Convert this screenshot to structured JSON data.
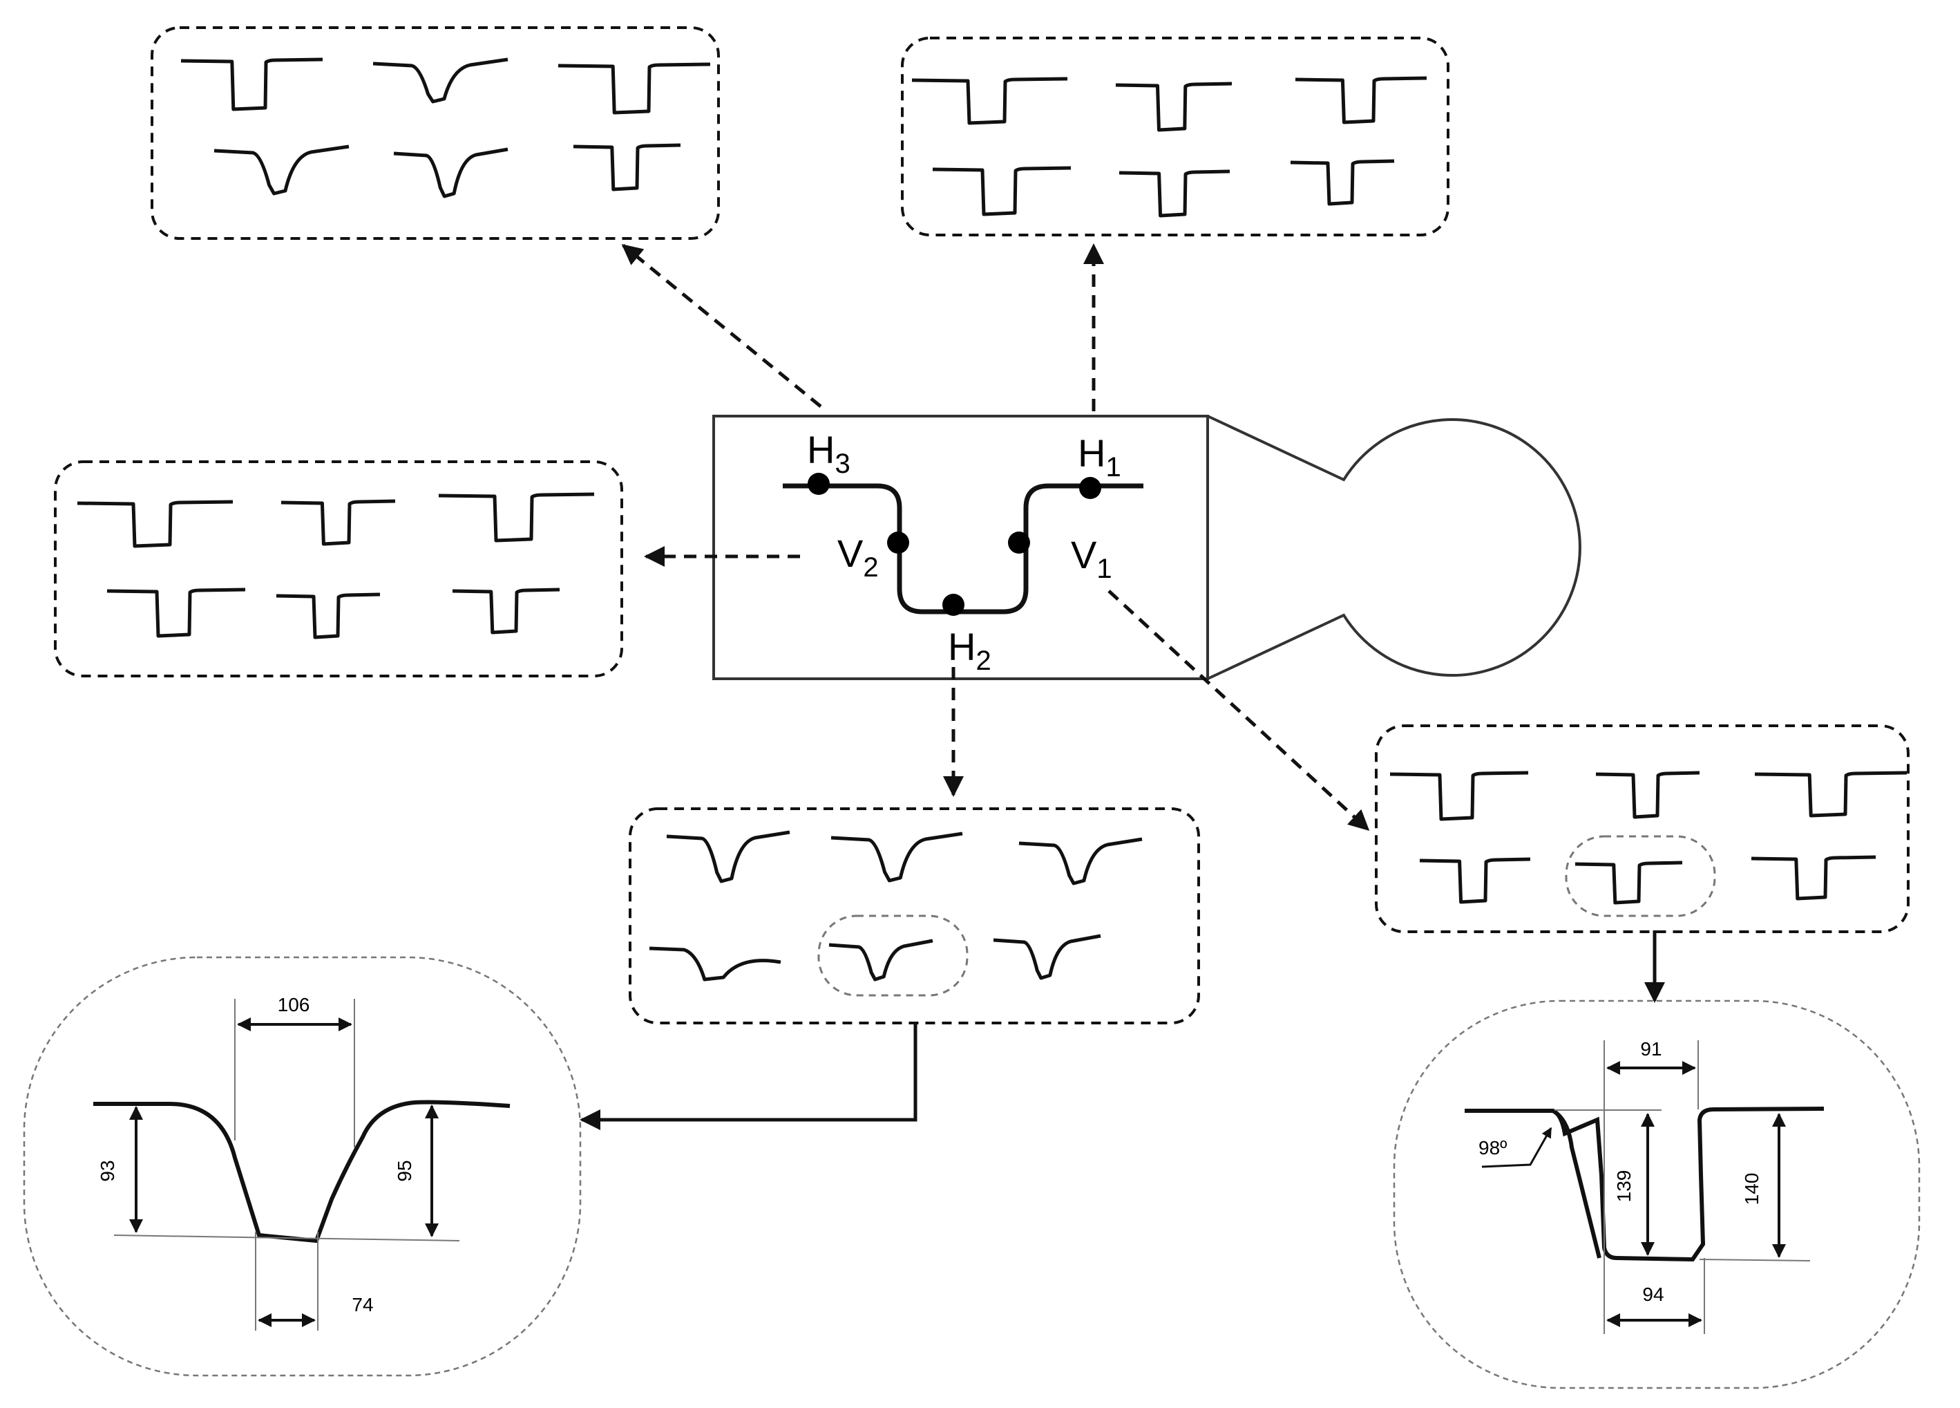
{
  "points": {
    "h1": {
      "main": "H",
      "sub": "1"
    },
    "h2": {
      "main": "H",
      "sub": "2"
    },
    "h3": {
      "main": "H",
      "sub": "3"
    },
    "v1": {
      "main": "V",
      "sub": "1"
    },
    "v2": {
      "main": "V",
      "sub": "2"
    }
  },
  "detail_h2": {
    "top_width": "106",
    "bottom_width": "74",
    "left_depth": "93",
    "right_depth": "95"
  },
  "detail_v1": {
    "top_width": "91",
    "bottom_width": "94",
    "left_depth": "139",
    "right_depth": "140",
    "wall_angle": "98º"
  },
  "colors": {
    "stroke": "#111111",
    "thin": "#555555",
    "background": "#ffffff"
  },
  "icons": [
    "black-dot-marker",
    "dashed-arrow",
    "solid-arrow",
    "double-arrow"
  ]
}
